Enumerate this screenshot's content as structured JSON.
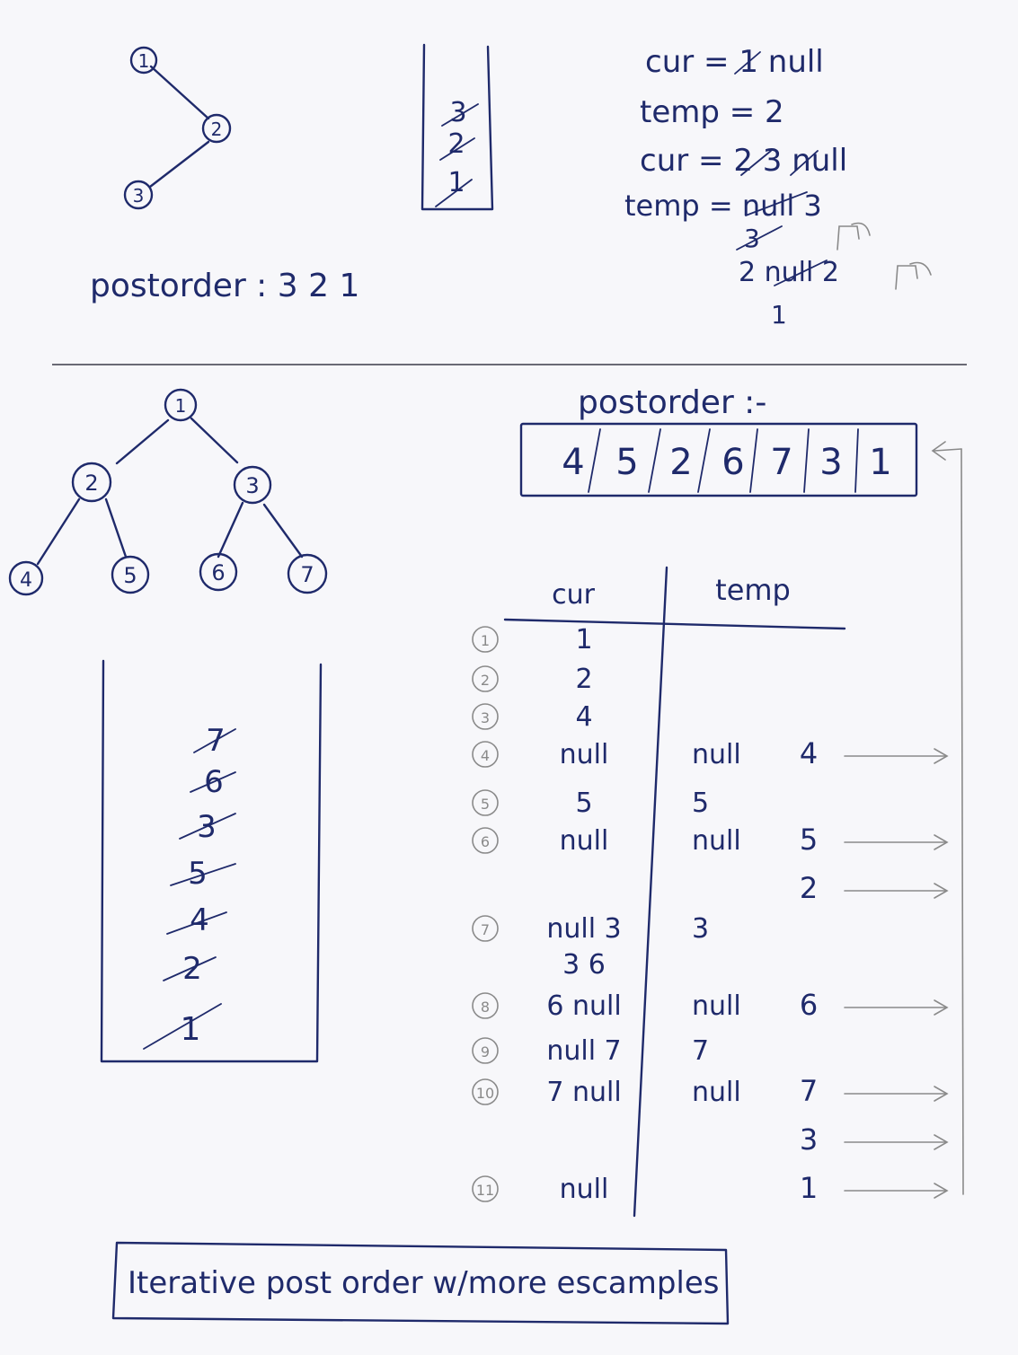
{
  "example1": {
    "tree_nodes": [
      "1",
      "2",
      "3"
    ],
    "stack": [
      "3",
      "2",
      "1"
    ],
    "trace": {
      "line1": "cur = 1 null",
      "line2": "temp = 2",
      "line3": "cur = 2 3 null",
      "line4": "temp = null 3",
      "line5": "3",
      "line6": "2 null 2",
      "line7": "1"
    },
    "postorder_label": "postorder : 3 2 1"
  },
  "example2": {
    "tree_nodes": [
      "1",
      "2",
      "3",
      "4",
      "5",
      "6",
      "7"
    ],
    "postorder_title": "postorder :-",
    "postorder_result": [
      "4",
      "5",
      "2",
      "6",
      "7",
      "3",
      "1"
    ],
    "stack": [
      "7",
      "6",
      "3",
      "5",
      "4",
      "2",
      "1"
    ],
    "table": {
      "col_cur": "cur",
      "col_temp": "temp",
      "rows": [
        {
          "step": "1",
          "cur": "1",
          "temp": "",
          "out": ""
        },
        {
          "step": "2",
          "cur": "2",
          "temp": "",
          "out": ""
        },
        {
          "step": "3",
          "cur": "4",
          "temp": "",
          "out": ""
        },
        {
          "step": "4",
          "cur": "null",
          "temp": "null",
          "out": "4"
        },
        {
          "step": "5",
          "cur": "5",
          "temp": "5",
          "out": ""
        },
        {
          "step": "6",
          "cur": "null",
          "temp": "null",
          "out": "5"
        },
        {
          "step": "",
          "cur": "",
          "temp": "",
          "out": "2"
        },
        {
          "step": "7",
          "cur": "null 3",
          "temp": "3",
          "out": ""
        },
        {
          "step": "",
          "cur": "3 6",
          "temp": "",
          "out": ""
        },
        {
          "step": "8",
          "cur": "6 null",
          "temp": "null",
          "out": "6"
        },
        {
          "step": "9",
          "cur": "null 7",
          "temp": "7",
          "out": ""
        },
        {
          "step": "10",
          "cur": "7 null",
          "temp": "null",
          "out": "7"
        },
        {
          "step": "",
          "cur": "",
          "temp": "",
          "out": "3"
        },
        {
          "step": "11",
          "cur": "null",
          "temp": "",
          "out": "1"
        }
      ]
    }
  },
  "caption": "Iterative post order w/more escamples"
}
